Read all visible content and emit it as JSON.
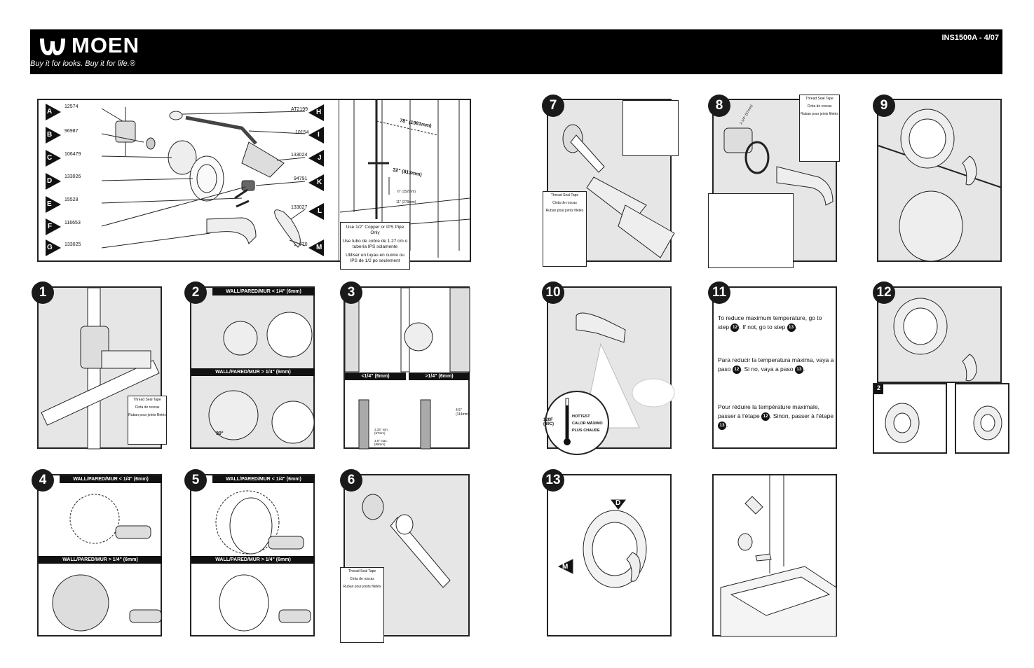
{
  "header": {
    "brand": "MOEN",
    "tagline": "Buy it for looks. Buy it for life.®",
    "doc_number": "INS1500A - 4/07"
  },
  "parts": {
    "left": [
      {
        "letter": "A",
        "code": "12574"
      },
      {
        "letter": "B",
        "code": "96987"
      },
      {
        "letter": "C",
        "code": "106479"
      },
      {
        "letter": "D",
        "code": "133026"
      },
      {
        "letter": "E",
        "code": "15528"
      },
      {
        "letter": "F",
        "code": "116653"
      },
      {
        "letter": "G",
        "code": "133025"
      }
    ],
    "right": [
      {
        "letter": "H",
        "code": "AT2199"
      },
      {
        "letter": "I",
        "code": "10154"
      },
      {
        "letter": "J",
        "code": "133024"
      },
      {
        "letter": "K",
        "code": "94791"
      },
      {
        "letter": "L",
        "code": "133027"
      },
      {
        "letter": "M",
        "code": "94770"
      }
    ]
  },
  "rough_in": {
    "dim_78": "78\" (1981mm)",
    "dim_32": "32\" (813mm)",
    "dim_6": "6\" (152mm)",
    "dim_11": "11\" (279mm)",
    "note_en": "Use 1/2\" Copper or IPS Pipe Only",
    "note_es": "Use tubo de cobre de 1.27 cm o tubería IPS solamente",
    "note_fr": "Utiliser un tuyau en cuivre ou IPS de 1/2 po seulement"
  },
  "thread_tape": {
    "en": "Thread Seal Tape",
    "es": "Cinta de roscas",
    "fr": "Ruban pour joints filetés"
  },
  "steps": {
    "s1": "1",
    "s2": "2",
    "s3": "3",
    "s4": "4",
    "s5": "5",
    "s6": "6",
    "s7": "7",
    "s8": "8",
    "s9": "9",
    "s10": "10",
    "s11": "11",
    "s12": "12",
    "s13": "13"
  },
  "wall_labels": {
    "less": "WALL/PARED/MUR < 1/4\" (6mm)",
    "more": "WALL/PARED/MUR > 1/4\" (6mm)",
    "short_less": "<1/4\" (6mm)",
    "short_more": ">1/4\" (6mm)"
  },
  "step3_dims": {
    "d1": "2.25\" min. (57mm)",
    "d2": "3.5\" max. (89mm)",
    "d3": "4.5\" (114mm)"
  },
  "step8_dim": "2-1/4\" (57mm)",
  "step2_angle": "90°",
  "step10": {
    "temp": "120F (49C)",
    "hottest": "HOTTEST",
    "calor": "CALOR MÁXIMO",
    "chaude": "PLUS CHAUDE"
  },
  "step11": {
    "en_1": "To reduce maximum temperature, go to step",
    "en_2": ". If not, go to step",
    "es_1": "Para reducir la temperatura máxima, vaya a paso",
    "es_2": ". Si no, vaya a paso",
    "fr_1": "Pour réduire la température maximale, passer à l'étape",
    "fr_2": ". Sinon, passer à l'étape",
    "ref_a": "12",
    "ref_b": "13",
    "period": "."
  },
  "small_letters": {
    "a": "A",
    "b": "B",
    "c": "C",
    "d": "D",
    "e": "E",
    "f": "F",
    "g": "G",
    "h": "H",
    "i": "I",
    "j": "J",
    "k": "K",
    "l": "L",
    "m": "M",
    "n1": "1",
    "n2": "2",
    "n3": "3"
  },
  "colors": {
    "panel_bg": "#e6e6e6",
    "ink": "#111111",
    "header_bg": "#000000"
  }
}
